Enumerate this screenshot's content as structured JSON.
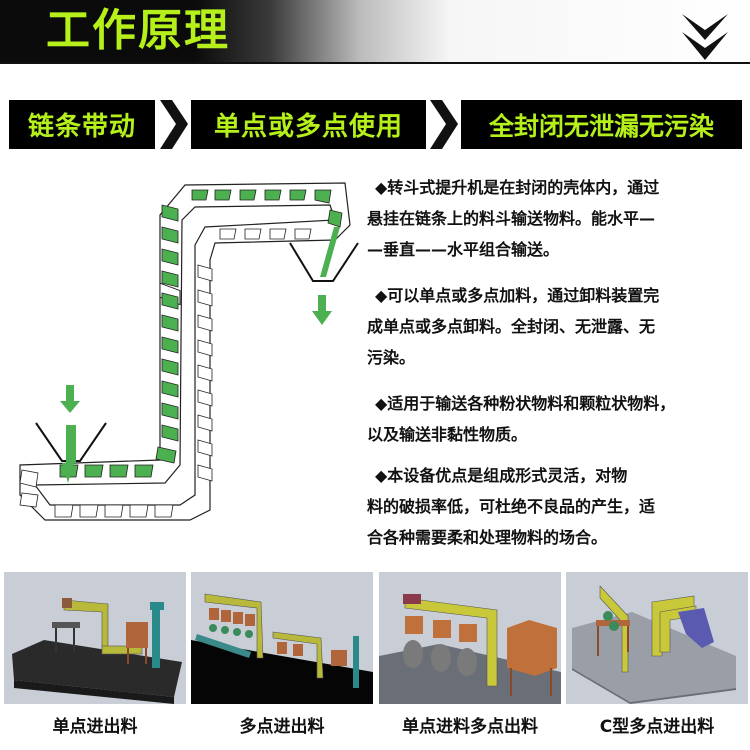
{
  "header": {
    "title": "工作原理",
    "icon": "double-chevron-down-icon",
    "title_color": "#b6f01a"
  },
  "features": [
    {
      "label": "链条带动"
    },
    {
      "label": "单点或多点使用"
    },
    {
      "label": "全封闭无泄漏无污染"
    }
  ],
  "feature_separator_icon": "chevron-right-icon",
  "diagram": {
    "description": "Z-type bucket elevator chain diagram with feed hopper (bottom-left) and discharge hopper (top-right); green arrows show material flow",
    "accent_color": "#3aa63a"
  },
  "description": {
    "paragraphs": [
      {
        "lines": [
          "◆转斗式提升机是在封闭的壳体内，通过",
          "悬挂在链条上的料斗输送物料。能水平—",
          "—垂直——水平组合输送。"
        ]
      },
      {
        "lines": [
          "◆可以单点或多点加料，通过卸料装置完",
          "成单点或多点卸料。全封闭、无泄露、无",
          "污染。"
        ]
      },
      {
        "lines": [
          "◆适用于输送各种粉状物料和颗粒状物料，",
          "以及输送非黏性物质。"
        ]
      },
      {
        "lines": [
          "◆本设备优点是组成形式灵活，对物",
          "料的破损率低，可杜绝不良品的产生，适",
          "合各种需要柔和处理物料的场合。"
        ]
      }
    ]
  },
  "products": [
    {
      "caption": "单点进出料"
    },
    {
      "caption": "多点进出料"
    },
    {
      "caption": "单点进料多点出料"
    },
    {
      "caption": "C型多点进出料"
    }
  ]
}
